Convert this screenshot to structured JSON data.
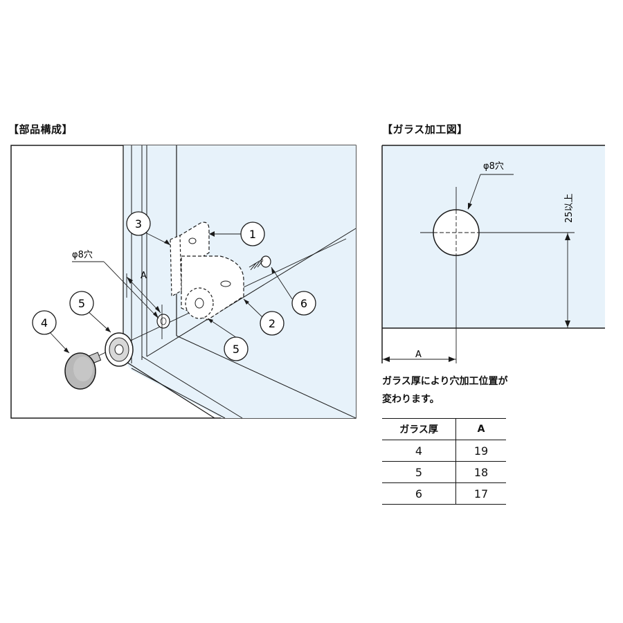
{
  "left_section": {
    "title": "【部品構成】"
  },
  "right_section": {
    "title": "【ガラス加工図】"
  },
  "parts_diagram": {
    "callouts": [
      "1",
      "2",
      "3",
      "4",
      "5",
      "5",
      "6"
    ],
    "hole_label": "φ8穴",
    "dim_label": "A"
  },
  "glass_diagram": {
    "hole_label": "φ8穴",
    "vertical_dim_label": "25以上",
    "horizontal_dim_label": "A"
  },
  "note": {
    "line1": "ガラス厚により穴加工位置が",
    "line2": "変わります。"
  },
  "spec_table": {
    "headers": [
      "ガラス厚",
      "A"
    ],
    "rows": [
      [
        "4",
        "19"
      ],
      [
        "5",
        "18"
      ],
      [
        "6",
        "17"
      ]
    ]
  },
  "colors": {
    "glass_fill": "#e7f2fa",
    "line": "#1a1a1a",
    "part_fill": "#ffffff",
    "knob_fill": "#b8b8b8"
  }
}
